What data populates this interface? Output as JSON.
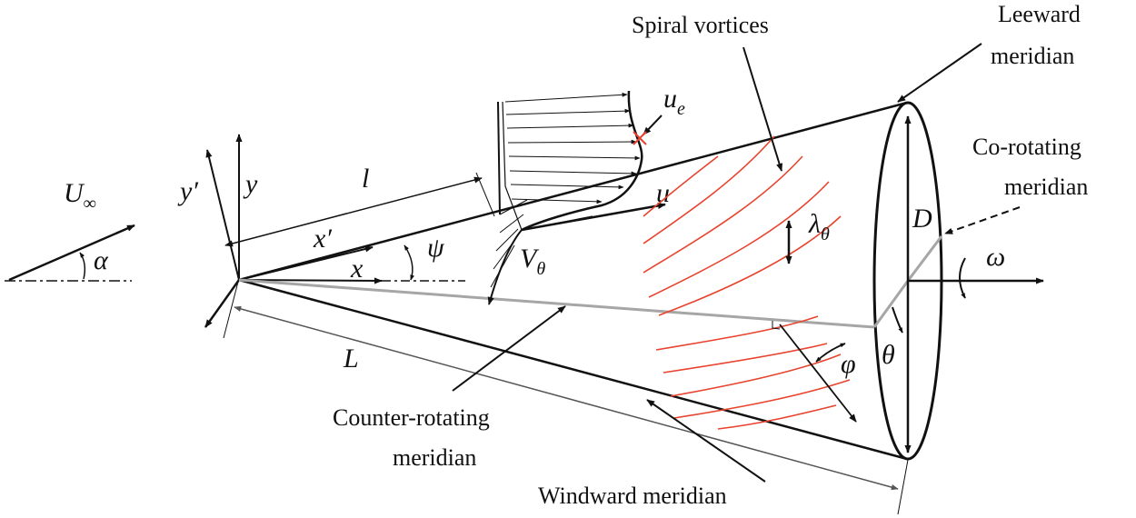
{
  "labels": {
    "spiral_vortices": "Spiral vortices",
    "leeward_1": "Leeward",
    "leeward_2": "meridian",
    "corot_1": "Co-rotating",
    "corot_2": "meridian",
    "counter_1": "Counter-rotating",
    "counter_2": "meridian",
    "windward": "Windward meridian"
  },
  "symbols": {
    "U": "U",
    "U_sub": "∞",
    "alpha": "α",
    "y_prime": "y′",
    "y": "y",
    "l": "l",
    "x_prime": "x′",
    "x": "x",
    "psi": "ψ",
    "V": "V",
    "V_sub": "θ",
    "u_e": "u",
    "u_e_sub": "e",
    "u": "u",
    "lambda": "λ",
    "lambda_sub": "θ",
    "D": "D",
    "omega": "ω",
    "theta": "θ",
    "phi": "φ",
    "L": "L"
  },
  "colors": {
    "line": "#111111",
    "vortex": "#e8432e",
    "meridian_gray": "#a6a6a6",
    "dim_gray": "#555555"
  }
}
